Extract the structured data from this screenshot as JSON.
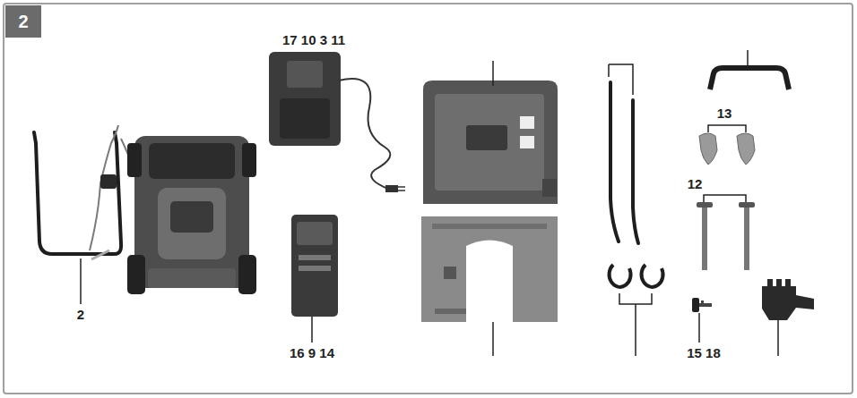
{
  "diagram": {
    "nodes": [
      {
        "text": [
          "2"
        ]
      }
    ],
    "labels": [
      "17 10 3 11",
      "13",
      "12",
      "2",
      "16 9 14",
      "15 18"
    ]
  }
}
